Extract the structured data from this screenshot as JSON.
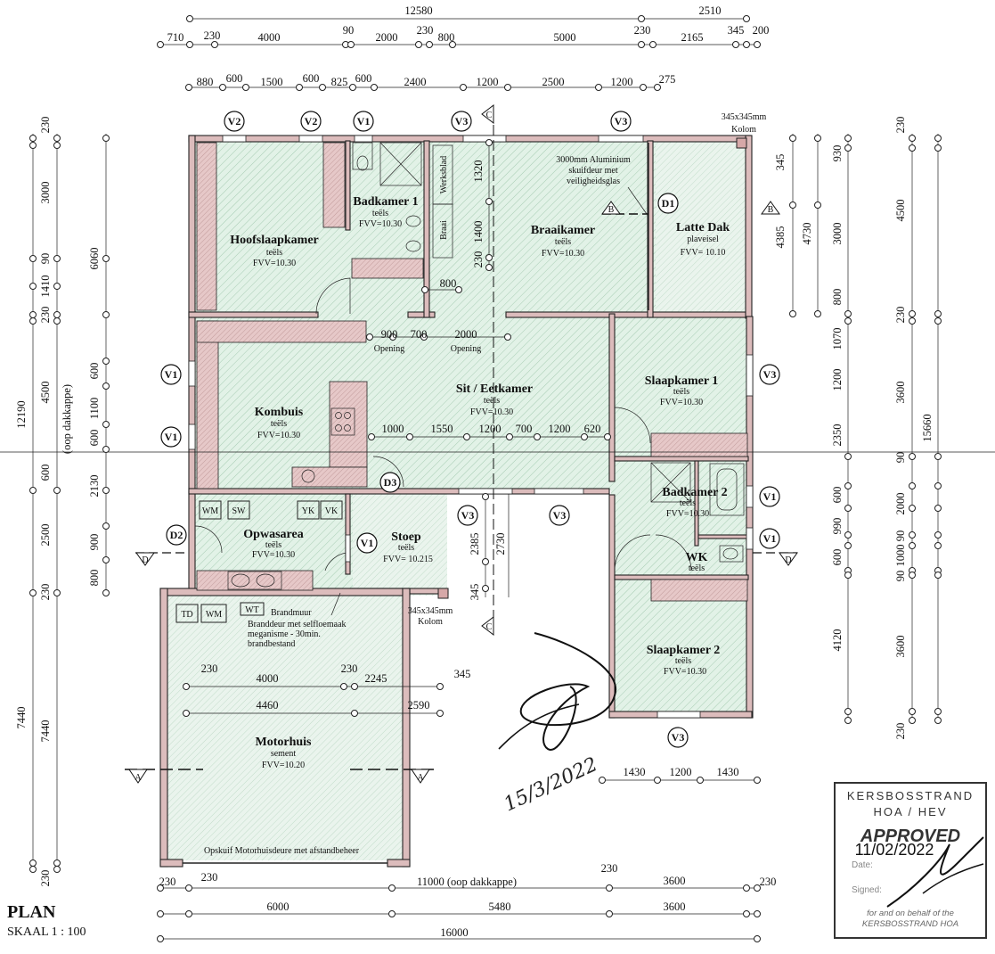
{
  "title": "PLAN",
  "scale": "SKAAL 1 : 100",
  "rooms": [
    {
      "id": "hoofslaapkamer",
      "name": "Hoofslaapkamer",
      "finish": "teëls",
      "ffl": "FVV=10.30"
    },
    {
      "id": "badkamer1",
      "name": "Badkamer 1",
      "finish": "teëls",
      "ffl": "FVV=10.30"
    },
    {
      "id": "braaikamer",
      "name": "Braaikamer",
      "finish": "teëls",
      "ffl": "FVV=10.30"
    },
    {
      "id": "lattedak",
      "name": "Latte Dak",
      "finish": "plaveisel",
      "ffl": "FVV= 10.10"
    },
    {
      "id": "kombuis",
      "name": "Kombuis",
      "finish": "teëls",
      "ffl": "FVV=10.30"
    },
    {
      "id": "siteet",
      "name": "Sit / Eetkamer",
      "finish": "teëls",
      "ffl": "FVV=10.30"
    },
    {
      "id": "slaapkamer1",
      "name": "Slaapkamer 1",
      "finish": "teëls",
      "ffl": "FVV=10.30"
    },
    {
      "id": "badkamer2",
      "name": "Badkamer 2",
      "finish": "teëls",
      "ffl": "FVV=10.30"
    },
    {
      "id": "wk",
      "name": "WK",
      "finish": "teëls",
      "ffl": ""
    },
    {
      "id": "opwasarea",
      "name": "Opwasarea",
      "finish": "teëls",
      "ffl": "FVV=10.30"
    },
    {
      "id": "stoep",
      "name": "Stoep",
      "finish": "teëls",
      "ffl": "FVV= 10.215"
    },
    {
      "id": "slaapkamer2",
      "name": "Slaapkamer 2",
      "finish": "teëls",
      "ffl": "FVV=10.30"
    },
    {
      "id": "motorhuis",
      "name": "Motorhuis",
      "finish": "sement",
      "ffl": "FVV=10.20"
    }
  ],
  "notes": {
    "column_top": [
      "345x345mm",
      "Kolom"
    ],
    "column_mid": [
      "345x345mm",
      "Kolom"
    ],
    "sliding_door": [
      "3000mm Aluminium",
      "skuifdeur met",
      "veiligheidsglas"
    ],
    "werksblad": "Werksblad",
    "braai": "Braai",
    "brandmuur": "Brandmuur",
    "fire_door": [
      "Branddeur met selfloemaak",
      "meganisme - 30min.",
      "brandbestand"
    ],
    "garage_door": "Opskuif Motorhuisdeure met afstandbeheer",
    "opening": "Opening",
    "roof_span": "11000 (oop dakkappe)",
    "roof_span_left": "(oop dakkappe)"
  },
  "fixtures": {
    "wm": "WM",
    "sw": "SW",
    "yk": "YK",
    "vk": "VK",
    "td": "TD",
    "wm2": "WM",
    "wt": "WT"
  },
  "tags": {
    "v1": "V1",
    "v2": "V2",
    "v3": "V3",
    "d1": "D1",
    "d2": "D2",
    "d3": "D3",
    "secA": "A",
    "secB": "B",
    "secC": "C",
    "secD": "D"
  },
  "dims": {
    "top1": [
      "12580",
      "2510"
    ],
    "top2": [
      "710",
      "230",
      "4000",
      "90",
      "2000",
      "230",
      "800",
      "5000",
      "230",
      "2165",
      "345",
      "200"
    ],
    "top3": [
      "880",
      "600",
      "1500",
      "600",
      "825",
      "600",
      "2400",
      "1200",
      "2500",
      "1200",
      "275"
    ],
    "bot1": [
      "230",
      "230",
      "230",
      "3600",
      "230"
    ],
    "bot2": [
      "6000",
      "5480",
      "3600"
    ],
    "bot3": "16000",
    "left_outer": [
      "230",
      "3000",
      "90",
      "1410",
      "230",
      "4500",
      "600",
      "2130",
      "2500",
      "230",
      "7440",
      "230"
    ],
    "left_inner": [
      "6060",
      "600",
      "1100",
      "600",
      "900",
      "800"
    ],
    "left_total": "12190",
    "right_a": [
      "345",
      "4385"
    ],
    "right_b": [
      "930",
      "4730",
      "3000",
      "800",
      "1070",
      "1200",
      "2350",
      "90",
      "600",
      "990",
      "90",
      "1000",
      "600",
      "4120",
      "3600",
      "230"
    ],
    "right_c": [
      "230",
      "4500",
      "230",
      "3600",
      "90",
      "2000",
      "90",
      "1000",
      "90",
      "3600",
      "230"
    ],
    "right_total": "15660",
    "braai_col": [
      "1320",
      "1400",
      "230"
    ],
    "braai_800": "800",
    "openings": [
      "900",
      "700",
      "2000"
    ],
    "sit_row": [
      "1000",
      "1550",
      "1200",
      "700",
      "1200",
      "620"
    ],
    "stoep_v": [
      "2385",
      "2730",
      "345"
    ],
    "garage_r1": [
      "230",
      "4000",
      "230",
      "2245",
      "345"
    ],
    "garage_r2": [
      "4460",
      "2590"
    ],
    "bed2_bot": [
      "1430",
      "1200",
      "1430"
    ]
  },
  "stamp": {
    "line1": "KERSBOSSTRAND",
    "line2": "HOA / HEV",
    "approved": "APPROVED",
    "date": "11/02/2022",
    "date_label": "Date:",
    "signed_label": "Signed:",
    "footer1": "for and on behalf of the",
    "footer2": "KERSBOSSTRAND HOA"
  },
  "handwritten_date": "15/3/2022",
  "colors": {
    "floor": "#dff0e4",
    "wall": "#dcbcbc",
    "hatch": "#a9cdb4"
  }
}
